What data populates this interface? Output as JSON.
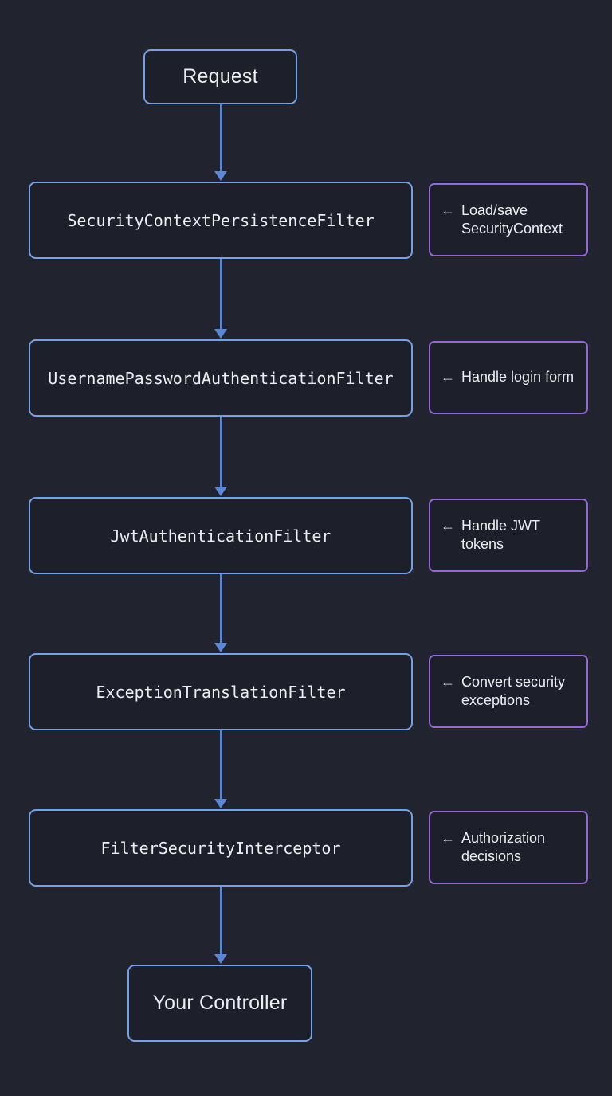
{
  "colors": {
    "background": "#21242f",
    "box_fill": "#1d202a",
    "box_border": "#74a0e8",
    "note_fill": "#1d202a",
    "note_border": "#9468d4",
    "arrow": "#5b87d8",
    "text": "#eceef2"
  },
  "start": {
    "label": "Request"
  },
  "end": {
    "label": "Your Controller"
  },
  "filters": [
    {
      "name": "SecurityContextPersistenceFilter",
      "note_arrow": "←",
      "note": "Load/save SecurityContext"
    },
    {
      "name": "UsernamePasswordAuthenticationFilter",
      "note_arrow": "←",
      "note": "Handle login form"
    },
    {
      "name": "JwtAuthenticationFilter",
      "note_arrow": "←",
      "note": "Handle JWT tokens"
    },
    {
      "name": "ExceptionTranslationFilter",
      "note_arrow": "←",
      "note": "Convert security exceptions"
    },
    {
      "name": "FilterSecurityInterceptor",
      "note_arrow": "←",
      "note": "Authorization decisions"
    }
  ]
}
